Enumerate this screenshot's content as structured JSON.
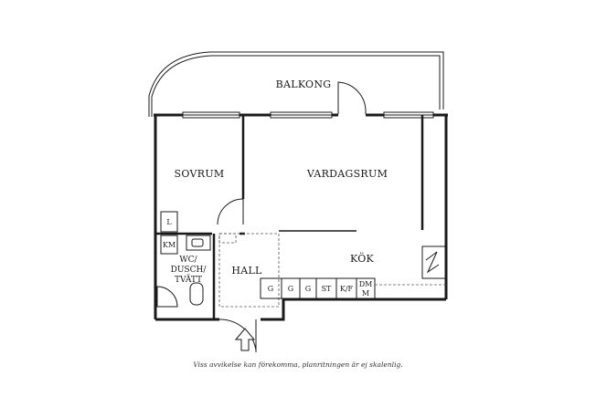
{
  "rooms": {
    "balkong": "BALKONG",
    "sovrum": "SOVRUM",
    "vardagsrum": "VARDAGSRUM",
    "kok": "KÖK",
    "hall": "HALL",
    "wc_line1": "WC/",
    "wc_line2": "DUSCH/",
    "wc_line3": "TVÄTT"
  },
  "fixtures": {
    "l": "L",
    "km": "KM",
    "g1": "G",
    "g2": "G",
    "g3": "G",
    "st": "ST",
    "kf": "K/F",
    "dm_line1": "DM",
    "dm_line2": "M"
  },
  "caption": "Viss avvikelse kan förekomma, planritningen är ej skalenlig."
}
